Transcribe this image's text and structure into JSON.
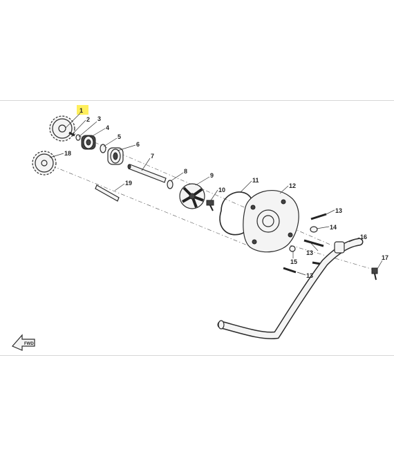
{
  "callouts": [
    {
      "id": "1",
      "highlight": true
    },
    {
      "id": "2"
    },
    {
      "id": "3"
    },
    {
      "id": "4"
    },
    {
      "id": "5"
    },
    {
      "id": "6"
    },
    {
      "id": "7"
    },
    {
      "id": "8"
    },
    {
      "id": "9"
    },
    {
      "id": "10"
    },
    {
      "id": "11"
    },
    {
      "id": "12"
    },
    {
      "id": "13a",
      "text": "13"
    },
    {
      "id": "13b",
      "text": "13"
    },
    {
      "id": "13c",
      "text": "13"
    },
    {
      "id": "14"
    },
    {
      "id": "15"
    },
    {
      "id": "16"
    },
    {
      "id": "17"
    },
    {
      "id": "18"
    },
    {
      "id": "19"
    }
  ],
  "fwd_text": "FWD",
  "colors": {
    "highlight": "#ffef5c",
    "ink": "#222222"
  }
}
